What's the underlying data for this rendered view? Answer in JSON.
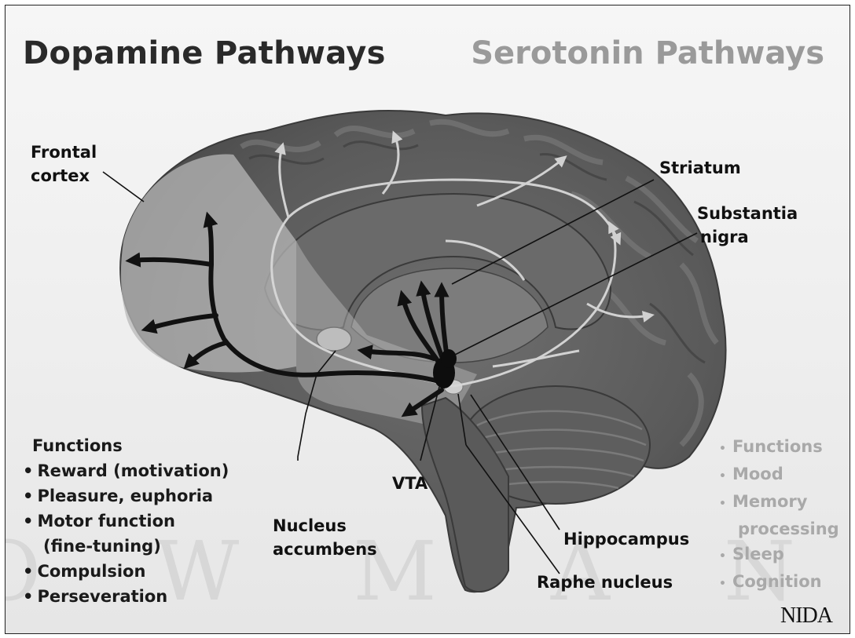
{
  "titles": {
    "left": "Dopamine Pathways",
    "right": "Serotonin Pathways"
  },
  "labels": {
    "frontal_cortex": [
      "Frontal",
      "cortex"
    ],
    "striatum": "Striatum",
    "substantia_nigra": [
      "Substantia",
      "nigra"
    ],
    "vta": "VTA",
    "nucleus_accumbens": [
      "Nucleus",
      "accumbens"
    ],
    "hippocampus": "Hippocampus",
    "raphe_nucleus": "Raphe nucleus"
  },
  "dopamine_functions": {
    "heading": "Functions",
    "items": [
      [
        "Reward (motivation)"
      ],
      [
        "Pleasure, euphoria"
      ],
      [
        "Motor function",
        "(fine-tuning)"
      ],
      [
        "Compulsion"
      ],
      [
        "Perseveration"
      ]
    ]
  },
  "serotonin_functions": {
    "items": [
      [
        "Functions"
      ],
      [
        "Mood"
      ],
      [
        "Memory",
        "processing"
      ],
      [
        "Sleep"
      ],
      [
        "Cognition"
      ]
    ]
  },
  "watermark": "O W M A N &",
  "logo": "NIDA",
  "colors": {
    "dopamine_title": "#2a2a2a",
    "serotonin_title": "#9a9a9a",
    "dopamine_pathway": "#111111",
    "serotonin_pathway": "#d8d8d8"
  }
}
